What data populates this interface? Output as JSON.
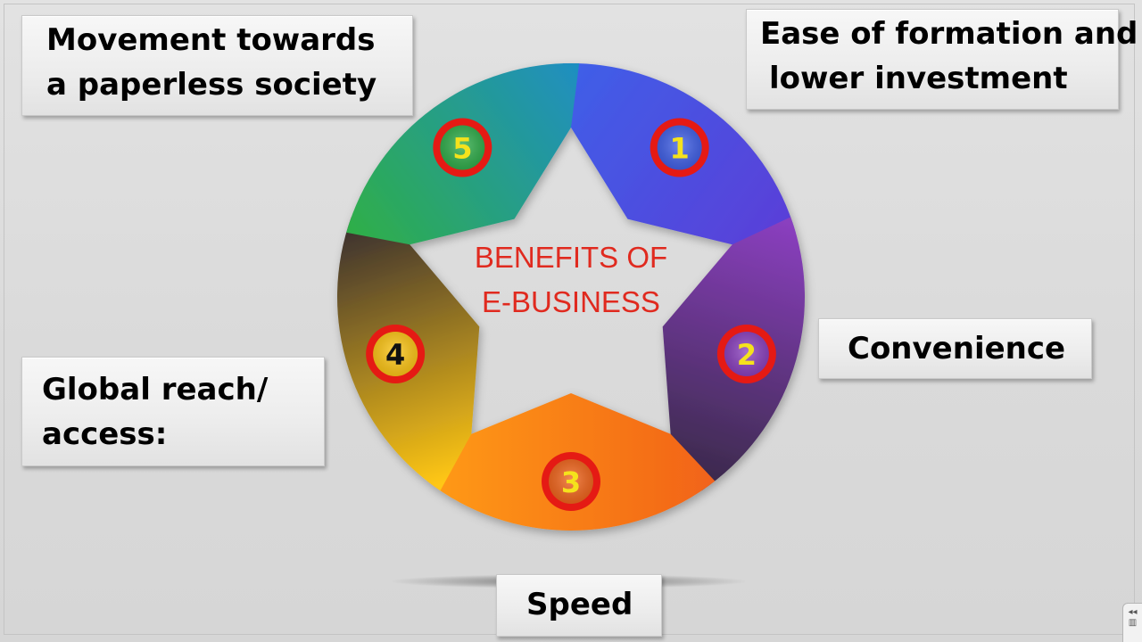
{
  "center_title": [
    "BENEFITS OF",
    "E-BUSINESS"
  ],
  "benefits": [
    {
      "number": "1",
      "lines": [
        "Ease of formation and",
        "lower investment"
      ]
    },
    {
      "number": "2",
      "lines": [
        "Convenience"
      ]
    },
    {
      "number": "3",
      "lines": [
        "Speed"
      ]
    },
    {
      "number": "4",
      "lines": [
        "Global reach/",
        "access:"
      ]
    },
    {
      "number": "5",
      "lines": [
        "Movement towards",
        "a paperless society"
      ]
    }
  ],
  "colors": {
    "center_text": "#e02a1f",
    "badge_ring": "#e51a14",
    "badge_number_light": "#f5e21c",
    "badge_number_dark": "#111111",
    "segment_1": [
      "#3f5fe8",
      "#5a3fd8"
    ],
    "segment_2": [
      "#8a3fbf",
      "#3a2a4a"
    ],
    "segment_3": [
      "#f2641a",
      "#ff9a12"
    ],
    "segment_4": [
      "#ffc714",
      "#3a3030"
    ],
    "segment_5": [
      "#2fae4a",
      "#1f8fbf"
    ]
  }
}
